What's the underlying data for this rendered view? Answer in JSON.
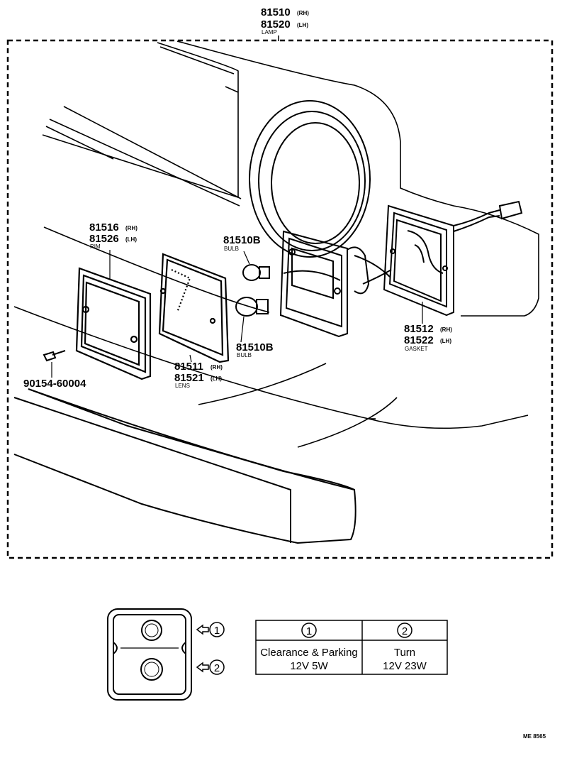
{
  "lamp": {
    "pn_rh": "81510",
    "sfx_rh": "(RH)",
    "pn_lh": "81520",
    "sfx_lh": "(LH)",
    "caption": "LAMP"
  },
  "rim": {
    "pn_rh": "81516",
    "sfx_rh": "(RH)",
    "pn_lh": "81526",
    "sfx_lh": "(LH)",
    "caption": "RIM"
  },
  "bulb_top": {
    "pn": "81510B",
    "caption": "BULB"
  },
  "bulb_bottom": {
    "pn": "81510B",
    "caption": "BULB"
  },
  "lens": {
    "pn_rh": "81511",
    "sfx_rh": "(RH)",
    "pn_lh": "81521",
    "sfx_lh": "(LH)",
    "caption": "LENS"
  },
  "gasket": {
    "pn_rh": "81512",
    "sfx_rh": "(RH)",
    "pn_lh": "81522",
    "sfx_lh": "(LH)",
    "caption": "GASKET"
  },
  "screw": {
    "pn": "90154-60004"
  },
  "legend": {
    "marker_1": "1",
    "marker_2": "2",
    "col1_head": "1",
    "col2_head": "2",
    "col1_line1": "Clearance & Parking",
    "col1_line2": "12V 5W",
    "col2_line1": "Turn",
    "col2_line2": "12V 23W"
  },
  "drawing_code": "ME 8565"
}
